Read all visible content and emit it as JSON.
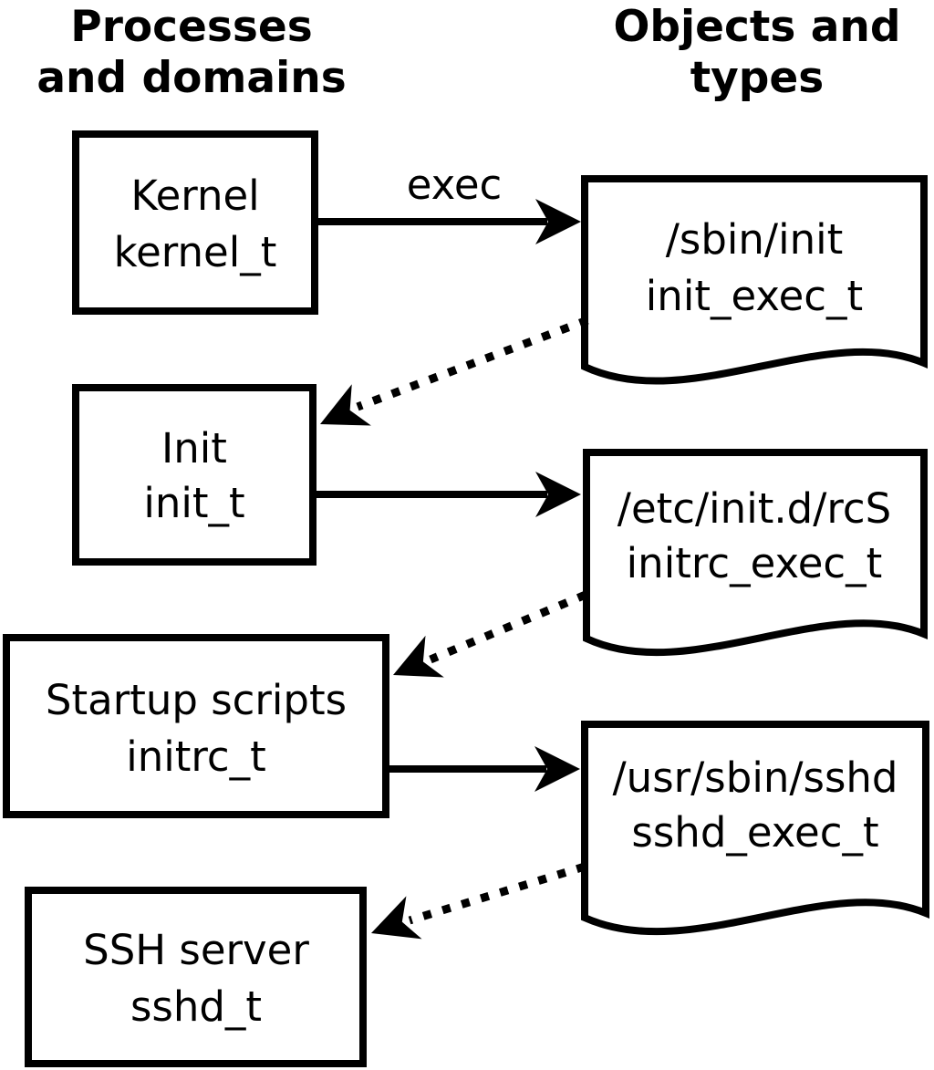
{
  "diagram": {
    "title_left": {
      "line1": "Processes",
      "line2": "and domains"
    },
    "title_right": {
      "line1": "Objects and",
      "line2": "types"
    },
    "processes": [
      {
        "id": "kernel",
        "line1": "Kernel",
        "line2": "kernel_t"
      },
      {
        "id": "init",
        "line1": "Init",
        "line2": "init_t"
      },
      {
        "id": "initrc",
        "line1": "Startup scripts",
        "line2": "initrc_t"
      },
      {
        "id": "sshd",
        "line1": "SSH server",
        "line2": "sshd_t"
      }
    ],
    "objects": [
      {
        "id": "init_exec",
        "line1": "/sbin/init",
        "line2": "init_exec_t"
      },
      {
        "id": "initrc_exec",
        "line1": "/etc/init.d/rcS",
        "line2": "initrc_exec_t"
      },
      {
        "id": "sshd_exec",
        "line1": "/usr/sbin/sshd",
        "line2": "sshd_exec_t"
      }
    ],
    "labels": {
      "exec": "exec"
    },
    "edges": {
      "solid": [
        {
          "from": "kernel_t",
          "to": "init_exec_t",
          "label": "exec"
        },
        {
          "from": "init_t",
          "to": "initrc_exec_t",
          "label": ""
        },
        {
          "from": "initrc_t",
          "to": "sshd_exec_t",
          "label": ""
        }
      ],
      "dotted": [
        {
          "from": "init_exec_t",
          "to": "init_t"
        },
        {
          "from": "initrc_exec_t",
          "to": "initrc_t"
        },
        {
          "from": "sshd_exec_t",
          "to": "sshd_t"
        }
      ]
    },
    "colors": {
      "stroke": "#000000",
      "background": "#ffffff"
    }
  }
}
